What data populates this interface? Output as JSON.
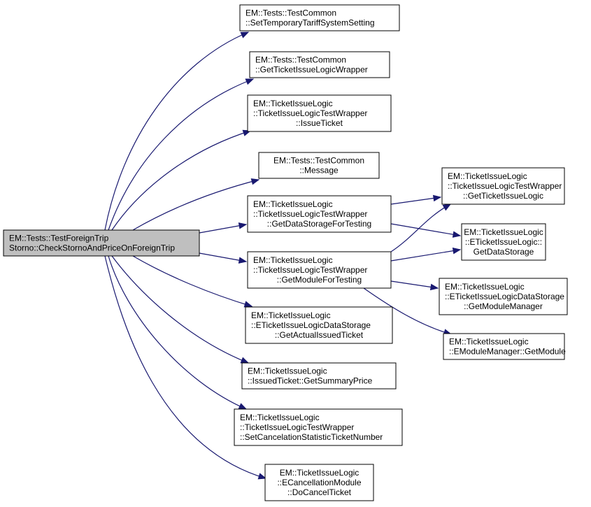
{
  "diagram": {
    "type": "call-graph",
    "edge_color": "#191970",
    "root_fill": "#bfbfbf",
    "node_fill": "#ffffff",
    "nodes": [
      {
        "id": "root",
        "lines": [
          "EM::Tests::TestForeignTrip",
          "Storno::CheckStornoAndPriceOnForeignTrip"
        ],
        "align": "left",
        "root": true
      },
      {
        "id": "n1",
        "lines": [
          "EM::Tests::TestCommon",
          "::SetTemporaryTariffSystemSetting"
        ],
        "align": "left"
      },
      {
        "id": "n2",
        "lines": [
          "EM::Tests::TestCommon",
          "::GetTicketIssueLogicWrapper"
        ],
        "align": "left"
      },
      {
        "id": "n3",
        "lines": [
          "EM::TicketIssueLogic",
          "::TicketIssueLogicTestWrapper",
          "::IssueTicket"
        ],
        "align": "left-last-center"
      },
      {
        "id": "n4",
        "lines": [
          "EM::Tests::TestCommon",
          "::Message"
        ],
        "align": "center"
      },
      {
        "id": "n5",
        "lines": [
          "EM::TicketIssueLogic",
          "::TicketIssueLogicTestWrapper",
          "::GetDataStorageForTesting"
        ],
        "align": "left-last-center"
      },
      {
        "id": "n6",
        "lines": [
          "EM::TicketIssueLogic",
          "::TicketIssueLogicTestWrapper",
          "::GetModuleForTesting"
        ],
        "align": "left-last-center"
      },
      {
        "id": "n7",
        "lines": [
          "EM::TicketIssueLogic",
          "::ETicketIssueLogicDataStorage",
          "::GetActualIssuedTicket"
        ],
        "align": "left-last-center"
      },
      {
        "id": "n8",
        "lines": [
          "EM::TicketIssueLogic",
          "::IssuedTicket::GetSummaryPrice"
        ],
        "align": "left"
      },
      {
        "id": "n9",
        "lines": [
          "EM::TicketIssueLogic",
          "::TicketIssueLogicTestWrapper",
          "::SetCancelationStatisticTicketNumber"
        ],
        "align": "left"
      },
      {
        "id": "n10",
        "lines": [
          "EM::TicketIssueLogic",
          "::ECancellationModule",
          "::DoCancelTicket"
        ],
        "align": "center"
      },
      {
        "id": "n11",
        "lines": [
          "EM::TicketIssueLogic",
          "::TicketIssueLogicTestWrapper",
          "::GetTicketIssueLogic"
        ],
        "align": "left-last-center"
      },
      {
        "id": "n12",
        "lines": [
          "EM::TicketIssueLogic",
          "::ETicketIssueLogic::",
          "GetDataStorage"
        ],
        "align": "center"
      },
      {
        "id": "n13",
        "lines": [
          "EM::TicketIssueLogic",
          "::ETicketIssueLogicDataStorage",
          "::GetModuleManager"
        ],
        "align": "left-last-center"
      },
      {
        "id": "n14",
        "lines": [
          "EM::TicketIssueLogic",
          "::EModuleManager::GetModule"
        ],
        "align": "left"
      }
    ],
    "edges": [
      {
        "from": "root",
        "to": "n1"
      },
      {
        "from": "root",
        "to": "n2"
      },
      {
        "from": "root",
        "to": "n3"
      },
      {
        "from": "root",
        "to": "n4"
      },
      {
        "from": "root",
        "to": "n5"
      },
      {
        "from": "root",
        "to": "n6"
      },
      {
        "from": "root",
        "to": "n7"
      },
      {
        "from": "root",
        "to": "n8"
      },
      {
        "from": "root",
        "to": "n9"
      },
      {
        "from": "root",
        "to": "n10"
      },
      {
        "from": "n5",
        "to": "n11"
      },
      {
        "from": "n5",
        "to": "n12"
      },
      {
        "from": "n6",
        "to": "n11"
      },
      {
        "from": "n6",
        "to": "n12"
      },
      {
        "from": "n6",
        "to": "n13"
      },
      {
        "from": "n6",
        "to": "n14"
      }
    ]
  }
}
